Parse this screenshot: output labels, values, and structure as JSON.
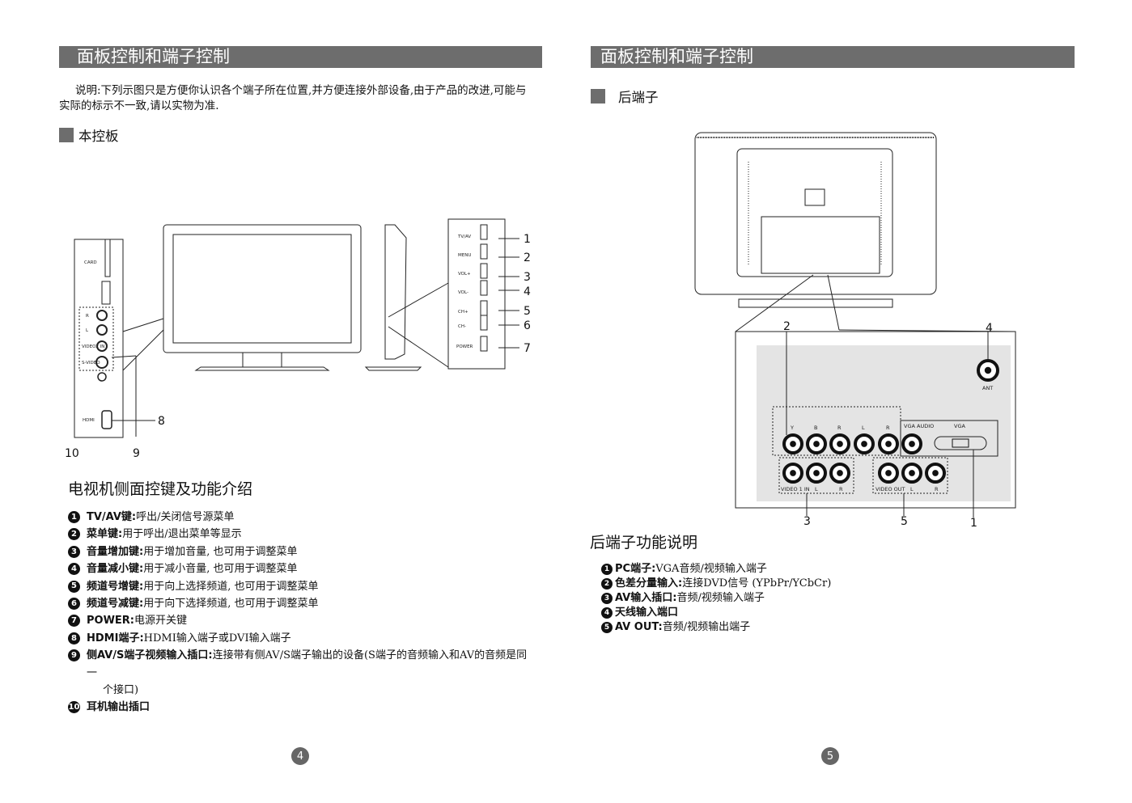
{
  "left": {
    "banner": "面板控制和端子控制",
    "note": "说明:下列示图只是方便你认识各个端子所在位置,并方便连接外部设备,由于产品的改进,可能与实际的标示不一致,请以实物为准.",
    "section": "本控板",
    "side_panel": {
      "labels": [
        "CARD",
        "R",
        "L",
        "VIDEO2 IN",
        "S-VIDEO",
        "HDMI"
      ],
      "buttons": [
        "TV/AV",
        "MENU",
        "VOL+",
        "VOL-",
        "CH+",
        "CH-",
        "POWER"
      ],
      "callouts": [
        "1",
        "2",
        "3",
        "4",
        "5",
        "6",
        "7",
        "8",
        "9",
        "10"
      ]
    },
    "heading": "电视机侧面控键及功能介绍",
    "items": [
      {
        "n": "1",
        "key": "TV/AV键:",
        "desc": "呼出/关闭信号源菜单"
      },
      {
        "n": "2",
        "key": "菜单键:",
        "desc": "用于呼出/退出菜单等显示"
      },
      {
        "n": "3",
        "key": "音量增加键:",
        "desc": "用于增加音量, 也可用于调整菜单"
      },
      {
        "n": "4",
        "key": "音量减小键:",
        "desc": "用于减小音量, 也可用于调整菜单"
      },
      {
        "n": "5",
        "key": "频道号增键:",
        "desc": "用于向上选择频道, 也可用于调整菜单"
      },
      {
        "n": "6",
        "key": "频道号减键:",
        "desc": "用于向下选择频道, 也可用于调整菜单"
      },
      {
        "n": "7",
        "key": "POWER:",
        "desc": "电源开关键"
      },
      {
        "n": "8",
        "key": "HDMI端子:",
        "desc": "HDMI输入端子或DVI输入端子"
      },
      {
        "n": "9",
        "key": "侧AV/S端子视频输入插口:",
        "desc": "连接带有侧AV/S端子输出的设备(S端子的音频输入和AV的音频是同一",
        "cont": "个接口)"
      },
      {
        "n": "10",
        "key": "耳机输出插口",
        "desc": ""
      }
    ],
    "page_number": "4"
  },
  "right": {
    "banner": "面板控制和端子控制",
    "section": "后端子",
    "rear_panel": {
      "component_labels": [
        "Y",
        "B",
        "R",
        "L",
        "R"
      ],
      "vga_audio": "VGA AUDIO",
      "vga": "VGA",
      "ant": "ANT",
      "video_in": [
        "VIDEO 1 IN",
        "L",
        "R"
      ],
      "video_out": [
        "VIDEO OUT",
        "L",
        "R"
      ],
      "callouts": [
        "2",
        "4",
        "3",
        "5",
        "1"
      ]
    },
    "heading": "后端子功能说明",
    "items": [
      {
        "n": "1",
        "key": "PC端子:",
        "desc": "VGA音频/视频输入端子"
      },
      {
        "n": "2",
        "key": "色差分量输入:",
        "desc": "连接DVD信号 (YPbPr/YCbCr)"
      },
      {
        "n": "3",
        "key": "AV输入插口:",
        "desc": "音频/视频输入端子"
      },
      {
        "n": "4",
        "key": "天线输入端口",
        "desc": ""
      },
      {
        "n": "5",
        "key": "AV OUT:",
        "desc": "音频/视频输出端子"
      }
    ],
    "page_number": "5"
  },
  "colors": {
    "banner": "#6d6d6d",
    "figure_bg": "#e4e4e4",
    "ink": "#111111"
  }
}
